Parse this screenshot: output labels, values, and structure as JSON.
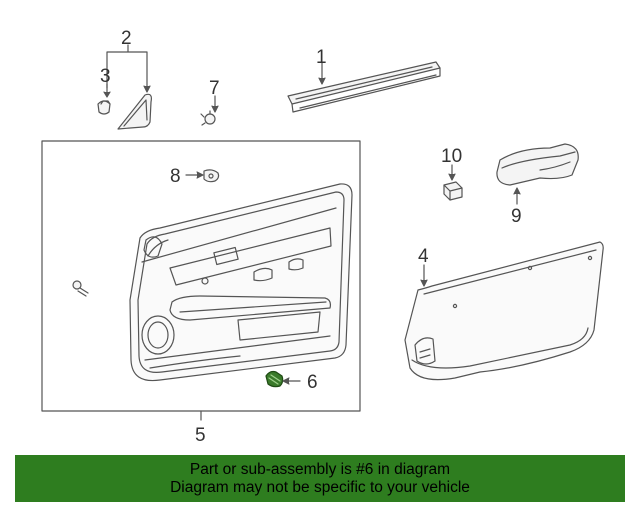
{
  "callouts": {
    "c1": "1",
    "c2": "2",
    "c3": "3",
    "c4": "4",
    "c5": "5",
    "c6": "6",
    "c7": "7",
    "c8": "8",
    "c9": "9",
    "c10": "10"
  },
  "colors": {
    "line": "#555555",
    "part_fill": "#f4f4f4",
    "highlight_part": "#3a7a2a",
    "banner_bg": "#2e7d1f",
    "banner_text": "#000000"
  },
  "banner": {
    "line1": "Part or sub-assembly is #6 in diagram",
    "line2": "Diagram may not be specific to your vehicle"
  }
}
